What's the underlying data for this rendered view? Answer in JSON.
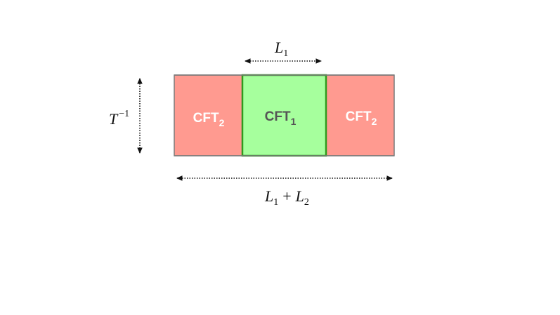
{
  "regions": {
    "left": {
      "label": "CFT",
      "sub": "2",
      "fill": "#ff9a90",
      "text_color": "#ffffff"
    },
    "center": {
      "label": "CFT",
      "sub": "1",
      "fill": "#a6ff9d",
      "stroke": "#2f9a1e",
      "text_color": "#555555"
    },
    "right": {
      "label": "CFT",
      "sub": "2",
      "fill": "#ff9a90",
      "text_color": "#ffffff"
    }
  },
  "labels": {
    "top": {
      "var": "L",
      "sub": "1"
    },
    "left": {
      "var": "T",
      "sup": "−1"
    },
    "bottom": {
      "var1": "L",
      "sub1": "1",
      "op": "+",
      "var2": "L",
      "sub2": "2"
    }
  },
  "colors": {
    "outline": "#7a7a7a",
    "arrow": "#111111"
  }
}
